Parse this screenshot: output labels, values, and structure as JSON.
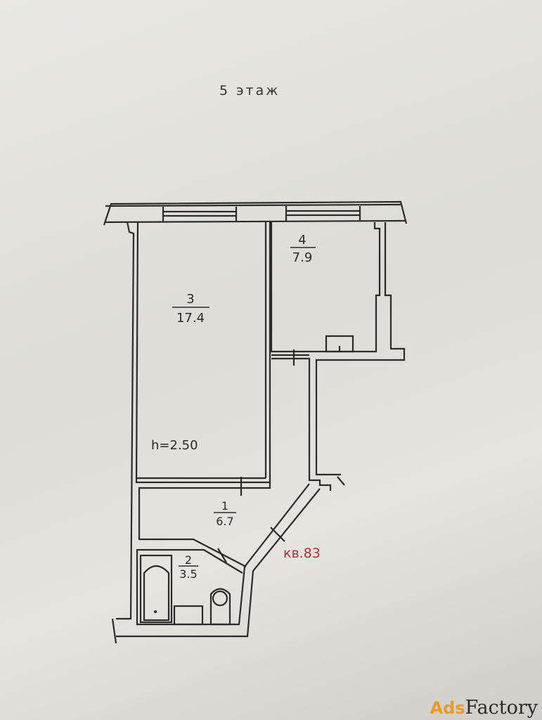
{
  "floor_label": "5 этаж",
  "apartment_label": "кв.83",
  "ceiling_height": "h=2.50",
  "rooms": [
    {
      "number": "1",
      "area": "6.7"
    },
    {
      "number": "2",
      "area": "3.5"
    },
    {
      "number": "3",
      "area": "17.4"
    },
    {
      "number": "4",
      "area": "7.9"
    }
  ],
  "watermark": {
    "part1": "Ads",
    "part2": "Factory"
  },
  "colors": {
    "apartment_label": "#a8323e",
    "logo_orange": "#e89a2c"
  }
}
